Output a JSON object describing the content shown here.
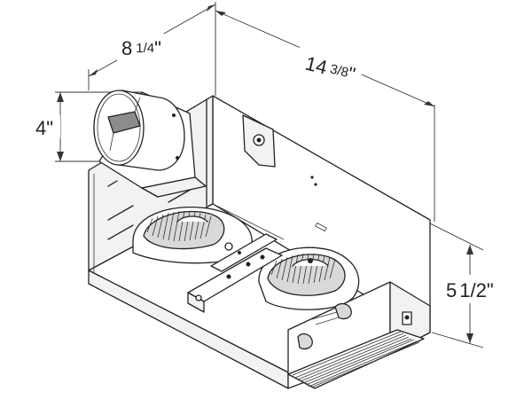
{
  "dimensions": {
    "depth": {
      "whole": "8",
      "fraction": "1/4",
      "unit": "\""
    },
    "length": {
      "whole": "14",
      "fraction": "3/8",
      "unit": "\""
    },
    "duct": {
      "whole": "4",
      "fraction": "",
      "unit": "\""
    },
    "height": {
      "whole": "5",
      "fraction": "1/2",
      "unit": "\""
    }
  },
  "colors": {
    "line": "#222222",
    "housing": "#f2f2f2",
    "shadow": "#d9d9d9",
    "dark": "#8c8c8c"
  }
}
